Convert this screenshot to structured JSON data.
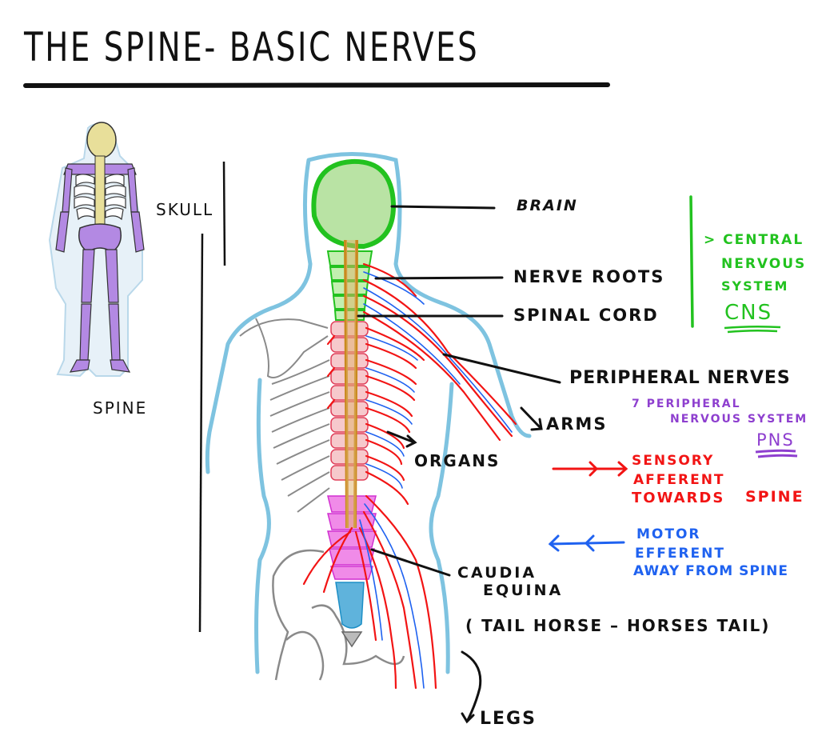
{
  "title": "THE SPINE- BASIC NERVES",
  "left_panel": {
    "figure": "full-skeleton-illustration",
    "skull_label": "SKULL",
    "spine_label": "SPINE"
  },
  "anatomy_labels": {
    "brain": "BRAIN",
    "nerve_roots": "NERVE ROOTS",
    "spinal_cord": "SPINAL CORD",
    "peripheral_nerves": "PERIPHERAL NERVES",
    "arms": "ARMS",
    "organs": "ORGANS",
    "caudia_line1": "CAUDIA",
    "caudia_line2": "EQUINA",
    "tail_note": "( TAIL HORSE – HORSES TAIL)",
    "legs": "LEGS"
  },
  "cns": {
    "line1": "> CENTRAL",
    "line2": "NERVOUS",
    "line3": "SYSTEM",
    "abbr": "CNS",
    "color": "#22c21f"
  },
  "pns": {
    "line1": "7 PERIPHERAL",
    "line2": "NERVOUS SYSTEM",
    "abbr": "PNS",
    "color": "#8e3fcf"
  },
  "sensory": {
    "line1": "SENSORY",
    "line2": "AFFERENT",
    "line3": "TOWARDS",
    "line3b": "SPINE",
    "arrow": "right-arrow",
    "color": "#f21414"
  },
  "motor": {
    "line1": "MOTOR",
    "line2": "EFFERENT",
    "line3": "AWAY FROM SPINE",
    "arrow": "left-arrow",
    "color": "#1f62f0"
  },
  "colors": {
    "body_outline": "#7ec3e0",
    "brain": "#b9e3a4",
    "brain_outline": "#22c21f",
    "spinal_cord": "#c98a1e",
    "thoracic_vertebrae": "#f6c9cc",
    "lumbar_vertebrae": "#f08be8",
    "sacrum": "#5fb3dc",
    "skeleton_purple": "#b389e3",
    "skeleton_bone": "#e8df9a"
  }
}
